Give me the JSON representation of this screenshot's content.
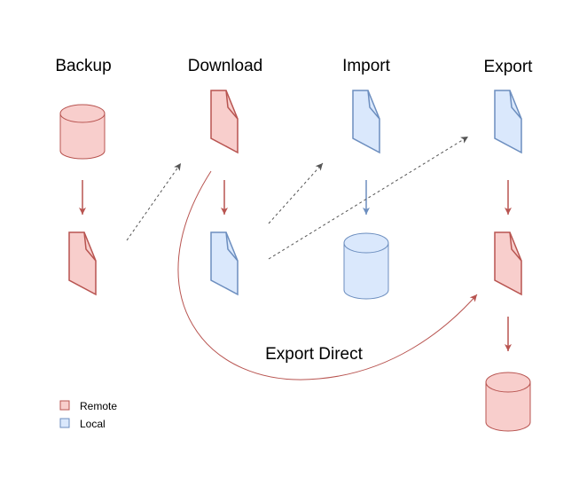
{
  "columns": {
    "backup": "Backup",
    "download": "Download",
    "import": "Import",
    "export": "Export"
  },
  "edge_label": "Export Direct",
  "legend": {
    "remote": "Remote",
    "local": "Local"
  },
  "colors": {
    "remote_fill": "#f8cecc",
    "remote_stroke": "#b85450",
    "local_fill": "#dae8fc",
    "local_stroke": "#6c8ebf",
    "remote_arrow": "#b85450",
    "local_arrow": "#6c8ebf",
    "dashed_arrow": "#555555"
  },
  "nodes": [
    {
      "id": "backup-db",
      "shape": "database",
      "storage": "remote"
    },
    {
      "id": "backup-file",
      "shape": "file",
      "storage": "remote"
    },
    {
      "id": "download-file-top",
      "shape": "file",
      "storage": "remote"
    },
    {
      "id": "download-file-bottom",
      "shape": "file",
      "storage": "local"
    },
    {
      "id": "import-file",
      "shape": "file",
      "storage": "local"
    },
    {
      "id": "import-db",
      "shape": "database",
      "storage": "local"
    },
    {
      "id": "export-file-top",
      "shape": "file",
      "storage": "local"
    },
    {
      "id": "export-file-middle",
      "shape": "file",
      "storage": "remote"
    },
    {
      "id": "export-db",
      "shape": "database",
      "storage": "remote"
    }
  ]
}
